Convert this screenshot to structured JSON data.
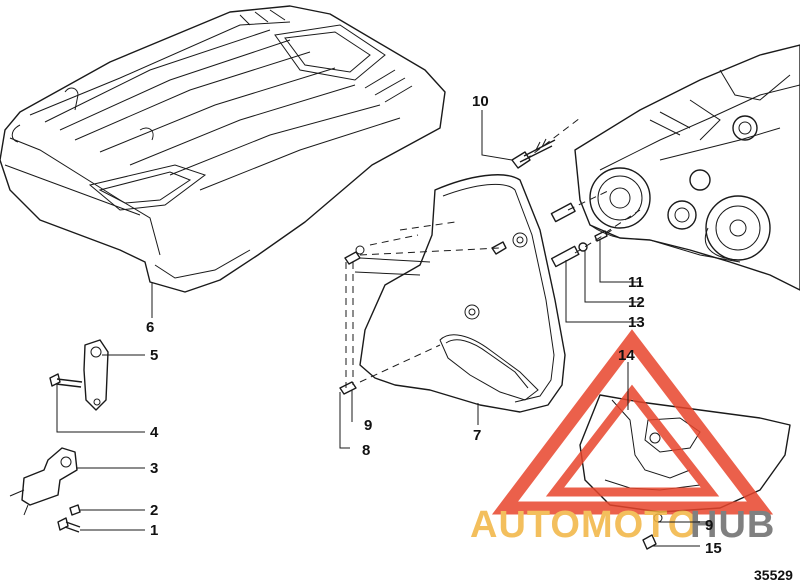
{
  "figure_number": "35529",
  "watermark": {
    "text_a": "AUTOMOTO",
    "text_b": "HUB",
    "color_a": "#f2b441",
    "color_b": "#6b6b6b",
    "triangle_color": "#e8452c"
  },
  "callouts": {
    "c1": "1",
    "c2": "2",
    "c3": "3",
    "c4": "4",
    "c5": "5",
    "c6": "6",
    "c7": "7",
    "c8": "8",
    "c9a": "9",
    "c9b": "9",
    "c10": "10",
    "c11": "11",
    "c12": "12",
    "c13": "13",
    "c14": "14",
    "c15": "15"
  },
  "colors": {
    "line": "#1a1a1a",
    "background": "#ffffff"
  }
}
